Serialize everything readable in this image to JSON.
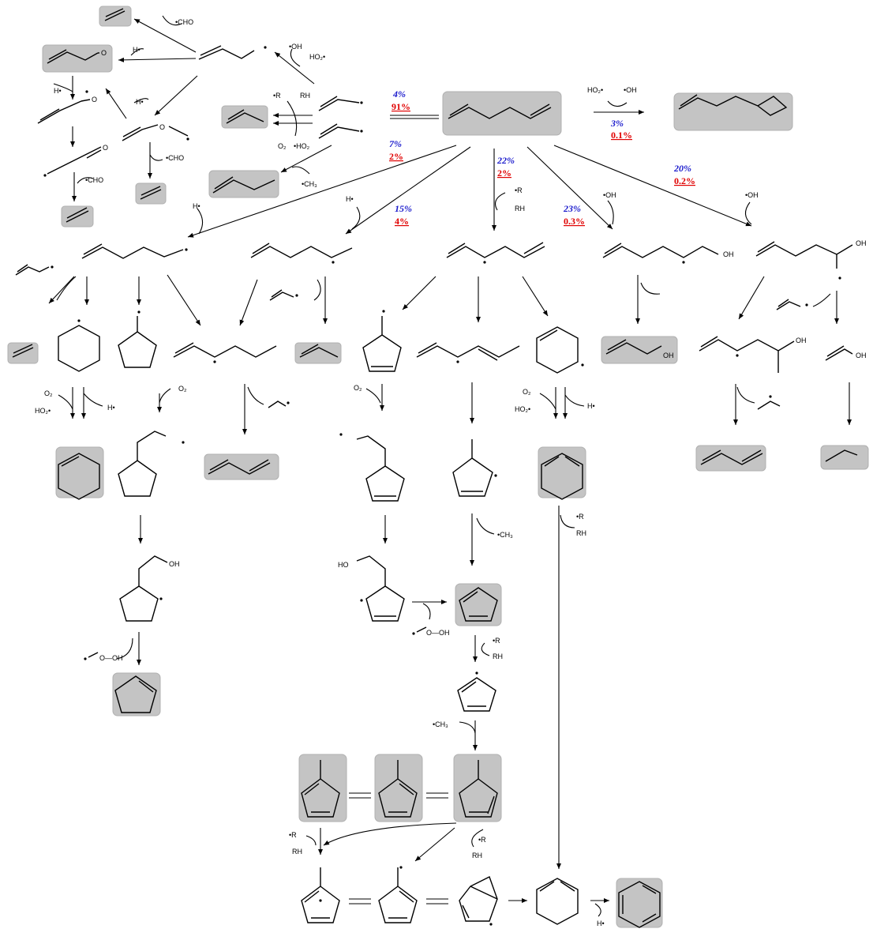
{
  "labels": {
    "cho1": "•CHO",
    "h1": "H•",
    "oh1": "•OH",
    "ho2a": "HO₂•",
    "h2": "H•",
    "h3": "H•",
    "cho2": "•CHO",
    "cho3": "•CHO",
    "r1": "•R",
    "rh1": "RH",
    "o2a": "O₂",
    "ho2b": "•HO₂",
    "ch3a": "•CH₃",
    "ho2c": "HO₂•",
    "oh2": "•OH",
    "h4": "H•",
    "h5": "H•",
    "r2": "•R",
    "rh2": "RH",
    "oh3": "•OH",
    "oh4": "•OH",
    "o2b": "O₂",
    "ho2d": "HO₂•",
    "h6": "H•",
    "o2c": "O₂",
    "o2d": "O₂",
    "o2e": "O₂",
    "ho2e": "HO₂•",
    "h7": "H•",
    "oh5": "OH",
    "oh6": "OH",
    "oh7": "OH",
    "oh8": "OH",
    "o1": "O",
    "o2": "O",
    "ho1": "HO",
    "ooh1": "O—OH",
    "ooh2": "O—OH",
    "ooh3": "OH",
    "ch3b": "•CH₃",
    "r3": "•R",
    "rh3": "RH",
    "r4": "•R",
    "rh4": "RH",
    "ch3c": "•CH₃",
    "r5": "•R",
    "rh5": "RH",
    "r6": "•R",
    "rh6": "RH",
    "h8": "H•",
    "oh9": "OH",
    "o3": "O",
    "o4": "O"
  },
  "percentages": {
    "p1_blue": "4%",
    "p1_red": "91%",
    "p2_blue": "3%",
    "p2_red": "0.1%",
    "p3_blue": "7%",
    "p3_red": "2%",
    "p4_blue": "15%",
    "p4_red": "4%",
    "p5_blue": "22%",
    "p5_red": "2%",
    "p6_blue": "23%",
    "p6_red": "0.3%",
    "p7_blue": "20%",
    "p7_red": "0.2%"
  },
  "colors": {
    "blue": "#1a1acc",
    "red": "#e00000",
    "product_box": "#c4c4c4"
  }
}
